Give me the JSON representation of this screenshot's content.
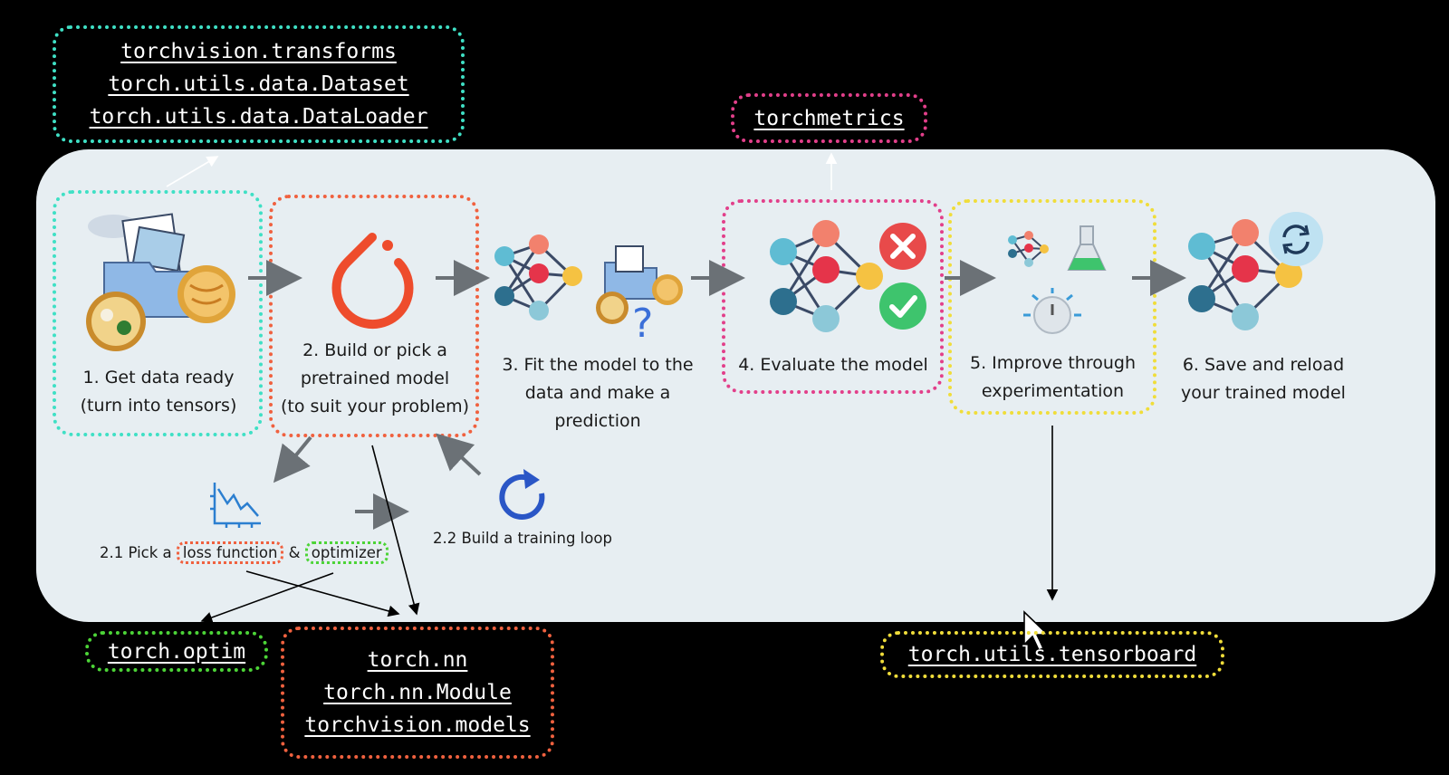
{
  "top_codes": [
    "torchvision.transforms",
    "torch.utils.data.Dataset",
    "torch.utils.data.DataLoader"
  ],
  "metrics_code": "torchmetrics",
  "steps": [
    {
      "label": "1. Get data ready\n(turn into tensors)"
    },
    {
      "label": "2. Build or pick a\npretrained model\n(to suit your problem)"
    },
    {
      "label": "3. Fit the model to the\ndata and make a\nprediction"
    },
    {
      "label": "4. Evaluate the model"
    },
    {
      "label": "5. Improve through\nexperimentation"
    },
    {
      "label": "6. Save and reload\nyour trained model"
    }
  ],
  "substeps": {
    "loss_prefix": "2.1 Pick a",
    "loss_function": "loss function",
    "ampersand": "&",
    "optimizer": "optimizer",
    "training_loop": "2.2 Build a training loop"
  },
  "bottom_codes": {
    "optim": "torch.optim",
    "nn": [
      "torch.nn",
      "torch.nn.Module",
      "torchvision.models"
    ],
    "tensorboard": "torch.utils.tensorboard"
  },
  "colors": {
    "teal": "#3fe0c5",
    "orange": "#f0613f",
    "pink": "#e23f8a",
    "yellow": "#f0dd3a",
    "green": "#4cd437",
    "arrow": "#6b7176"
  },
  "icons": [
    "data-folder-icon",
    "pytorch-logo-icon",
    "neural-network-icon",
    "question-mark-icon",
    "cross-icon",
    "check-icon",
    "flask-icon",
    "stopwatch-icon",
    "refresh-icon",
    "loss-chart-icon",
    "training-loop-icon",
    "mouse-cursor-icon"
  ]
}
